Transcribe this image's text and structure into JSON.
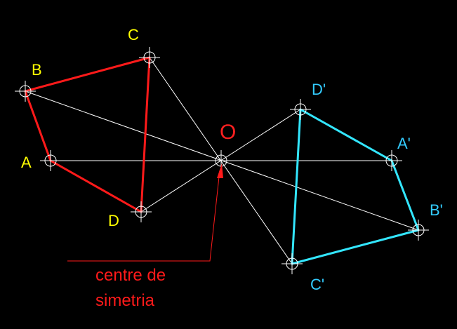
{
  "colors": {
    "background": "#000000",
    "original_polygon": "#ff1a1a",
    "image_polygon": "#33e6ff",
    "construction_lines": "#ffffff",
    "point_markers": "#ffffff",
    "original_labels": "#ffff00",
    "image_labels": "#33ccff",
    "center_label": "#ff2020",
    "annotation": "#ff1a1a"
  },
  "labels": {
    "A": "A",
    "B": "B",
    "C": "C",
    "D": "D",
    "A_img": "A'",
    "B_img": "B'",
    "C_img": "C'",
    "D_img": "D'",
    "center": "O"
  },
  "annotation": {
    "line1": "centre de",
    "line2": "simetria"
  },
  "icons": {
    "point_marker": "crosshair-circle-icon",
    "pointer": "arrow-icon"
  }
}
